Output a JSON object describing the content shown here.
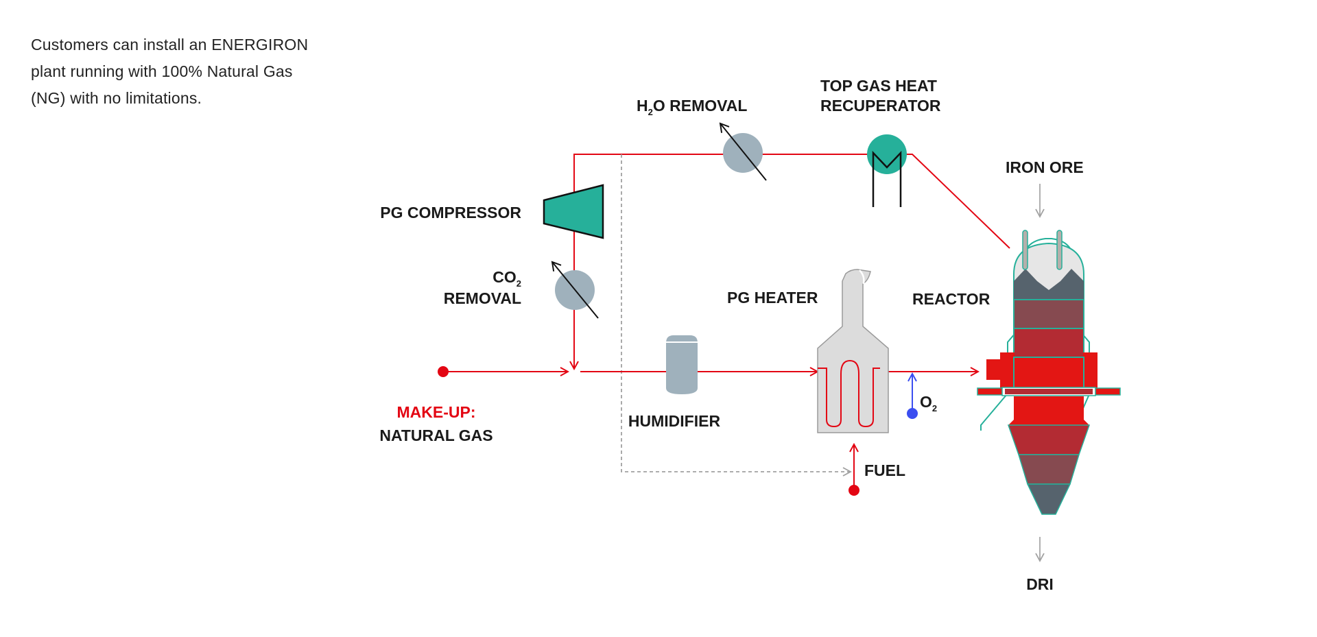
{
  "intro_text": "Customers can install an ENERGIRON plant running with 100% Natural Gas (NG) with no limitations.",
  "labels": {
    "h2o_removal": {
      "prefix": "H",
      "sub": "2",
      "suffix": "O REMOVAL"
    },
    "top_gas_heat_recuperator": [
      "TOP GAS HEAT",
      "RECUPERATOR"
    ],
    "iron_ore": "IRON ORE",
    "pg_compressor": "PG COMPRESSOR",
    "co2_removal": {
      "prefix": "CO",
      "sub": "2",
      "line2": "REMOVAL"
    },
    "pg_heater": "PG HEATER",
    "reactor": "REACTOR",
    "makeup_title": "MAKE-UP:",
    "makeup_gas": "NATURAL GAS",
    "humidifier": "HUMIDIFIER",
    "o2": {
      "prefix": "O",
      "sub": "2"
    },
    "fuel": "FUEL",
    "dri": "DRI"
  },
  "colors": {
    "process_line": "#e30613",
    "teal": "#26b09a",
    "removal_grey": "#9fb1bc",
    "heater_grey": "#dcdcdc",
    "oxygen_blue": "#3b4ef0",
    "arrow_grey": "#b0b0b0",
    "reactor_layers": [
      "#56636d",
      "#864a50",
      "#b32b33",
      "#e31614"
    ]
  }
}
